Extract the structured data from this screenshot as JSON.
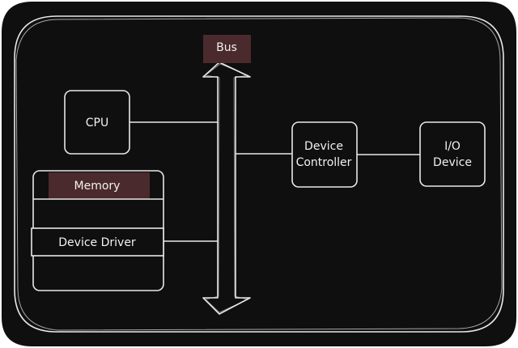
{
  "diagram": {
    "colors": {
      "background": "#0f0f0f",
      "stroke": "#e8e8e8",
      "label_highlight": "#4a2a2c",
      "text": "#f2f2f2"
    },
    "bus": {
      "label": "Bus"
    },
    "cpu": {
      "label": "CPU"
    },
    "memory": {
      "label": "Memory",
      "driver_label": "Device Driver"
    },
    "device_controller": {
      "line1": "Device",
      "line2": "Controller"
    },
    "io_device": {
      "line1": "I/O",
      "line2": "Device"
    }
  }
}
